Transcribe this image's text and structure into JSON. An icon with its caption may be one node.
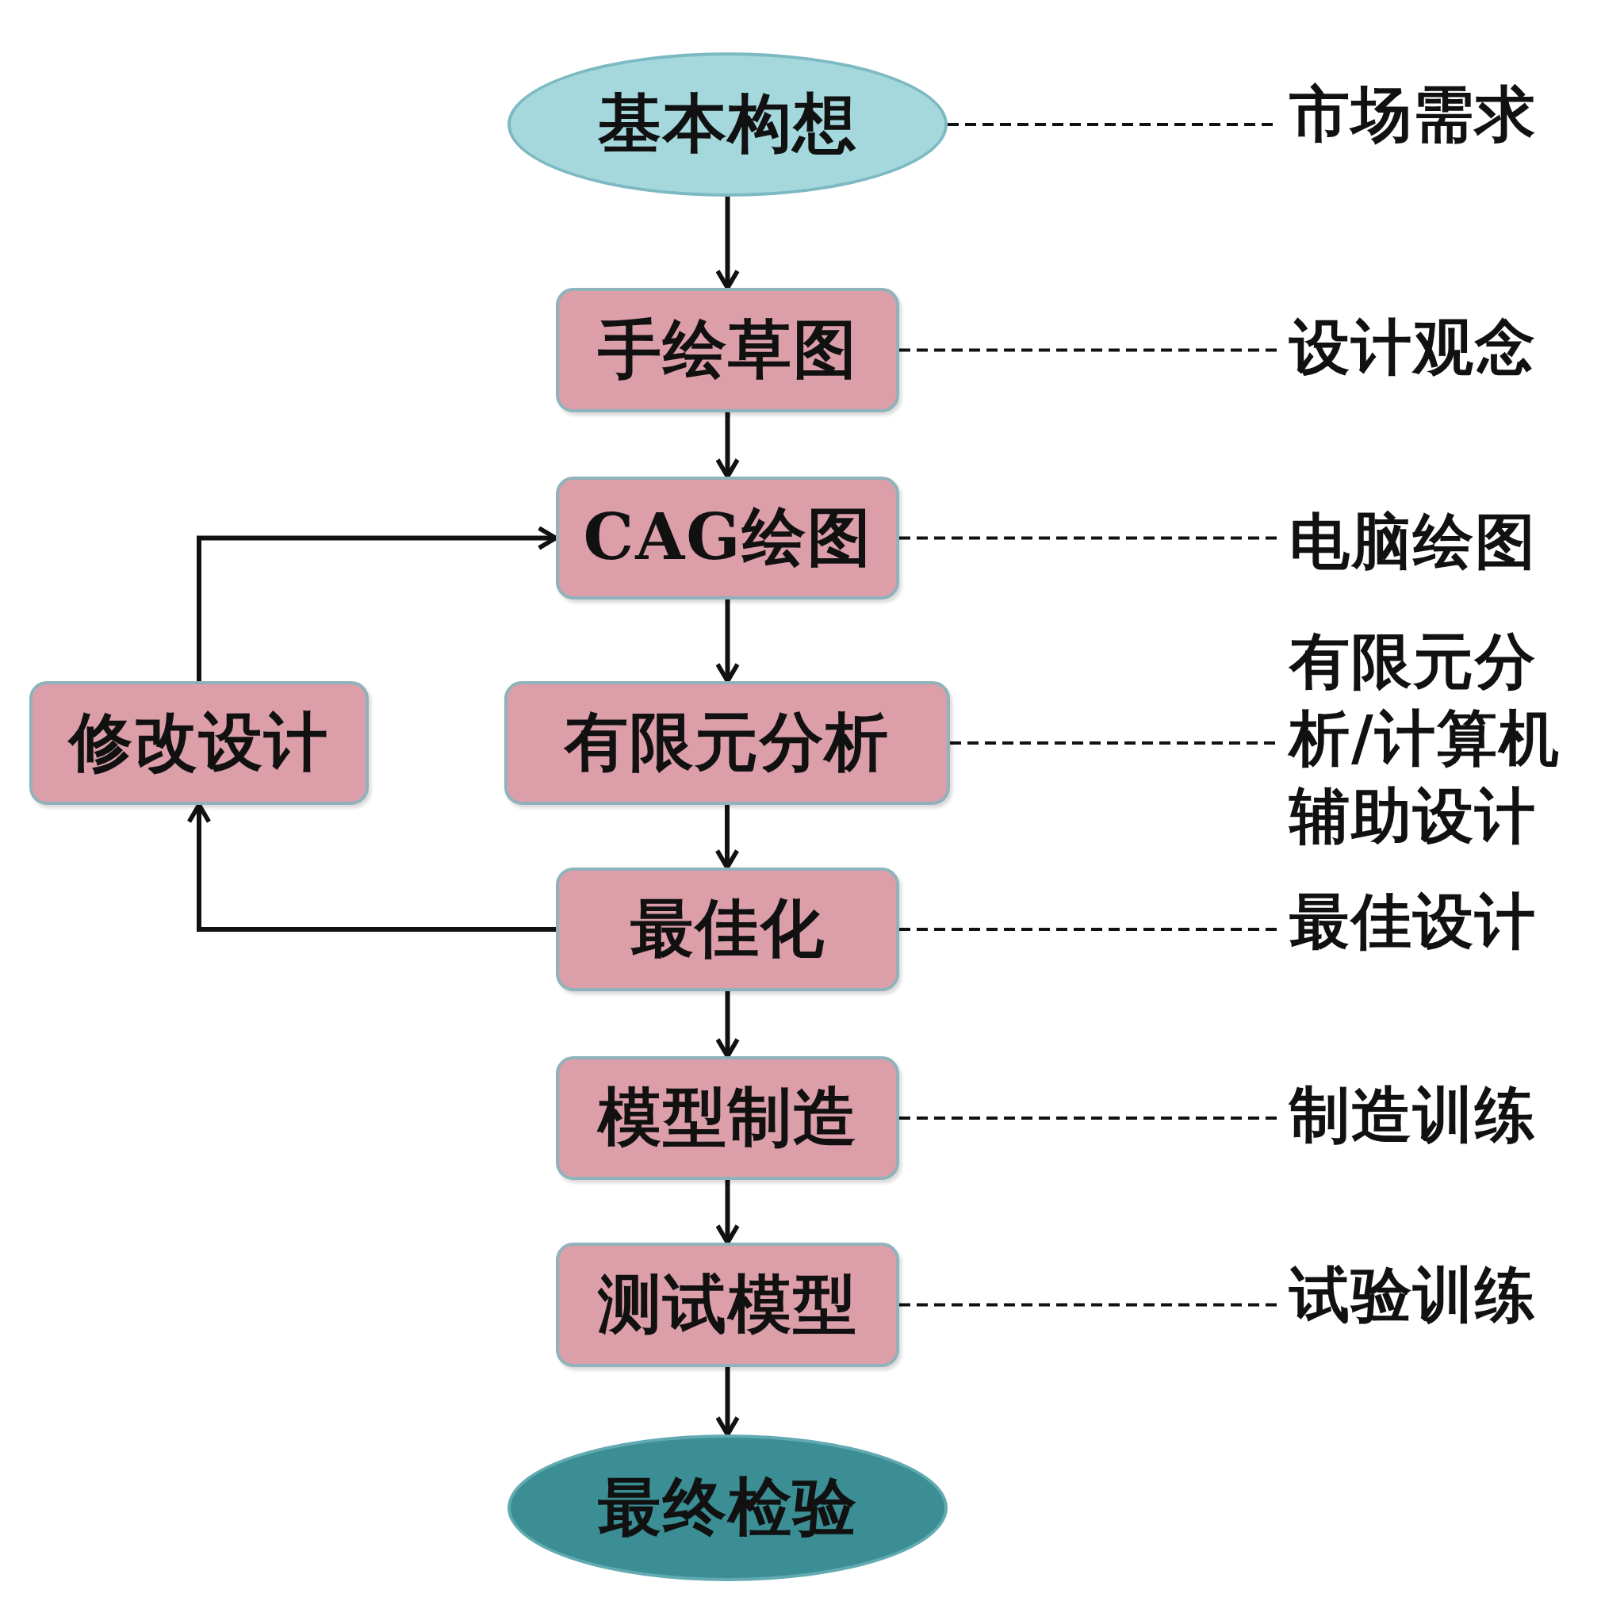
{
  "diagram": {
    "nodes": [
      {
        "text": [
          "基本构想"
        ]
      },
      {
        "text": [
          "手绘草图"
        ]
      },
      {
        "text": [
          "CAG绘图"
        ]
      },
      {
        "text": [
          "有限元分析"
        ]
      },
      {
        "text": [
          "修改设计"
        ]
      },
      {
        "text": [
          "最佳化"
        ]
      },
      {
        "text": [
          "模型制造"
        ]
      },
      {
        "text": [
          "测试模型"
        ]
      },
      {
        "text": [
          "最终检验"
        ]
      },
      {
        "text": [
          "市场需求"
        ]
      },
      {
        "text": [
          "设计观念"
        ]
      },
      {
        "text": [
          "电脑绘图"
        ]
      },
      {
        "text": [
          "有限元分析/计算机辅助设计"
        ]
      },
      {
        "text": [
          "最佳设计"
        ]
      },
      {
        "text": [
          "制造训练"
        ]
      },
      {
        "text": [
          "试验训练"
        ]
      }
    ],
    "edges": [
      {
        "from": 0,
        "to": 1,
        "arrow": "to"
      },
      {
        "from": 1,
        "to": 2,
        "arrow": "to"
      },
      {
        "from": 2,
        "to": 3,
        "arrow": "to"
      },
      {
        "from": 3,
        "to": 5,
        "arrow": "to"
      },
      {
        "from": 5,
        "to": 6,
        "arrow": "to"
      },
      {
        "from": 6,
        "to": 7,
        "arrow": "to"
      },
      {
        "from": 7,
        "to": 8,
        "arrow": "to"
      },
      {
        "from": 5,
        "to": 4,
        "arrow": "to"
      },
      {
        "from": 4,
        "to": 2,
        "arrow": "to"
      },
      {
        "from": 0,
        "to": 9,
        "arrow": "none",
        "style": "dashed"
      },
      {
        "from": 1,
        "to": 10,
        "arrow": "none",
        "style": "dashed"
      },
      {
        "from": 2,
        "to": 11,
        "arrow": "none",
        "style": "dashed"
      },
      {
        "from": 3,
        "to": 12,
        "arrow": "none",
        "style": "dashed"
      },
      {
        "from": 5,
        "to": 13,
        "arrow": "none",
        "style": "dashed"
      },
      {
        "from": 6,
        "to": 14,
        "arrow": "none",
        "style": "dashed"
      },
      {
        "from": 7,
        "to": 15,
        "arrow": "none",
        "style": "dashed"
      }
    ]
  }
}
